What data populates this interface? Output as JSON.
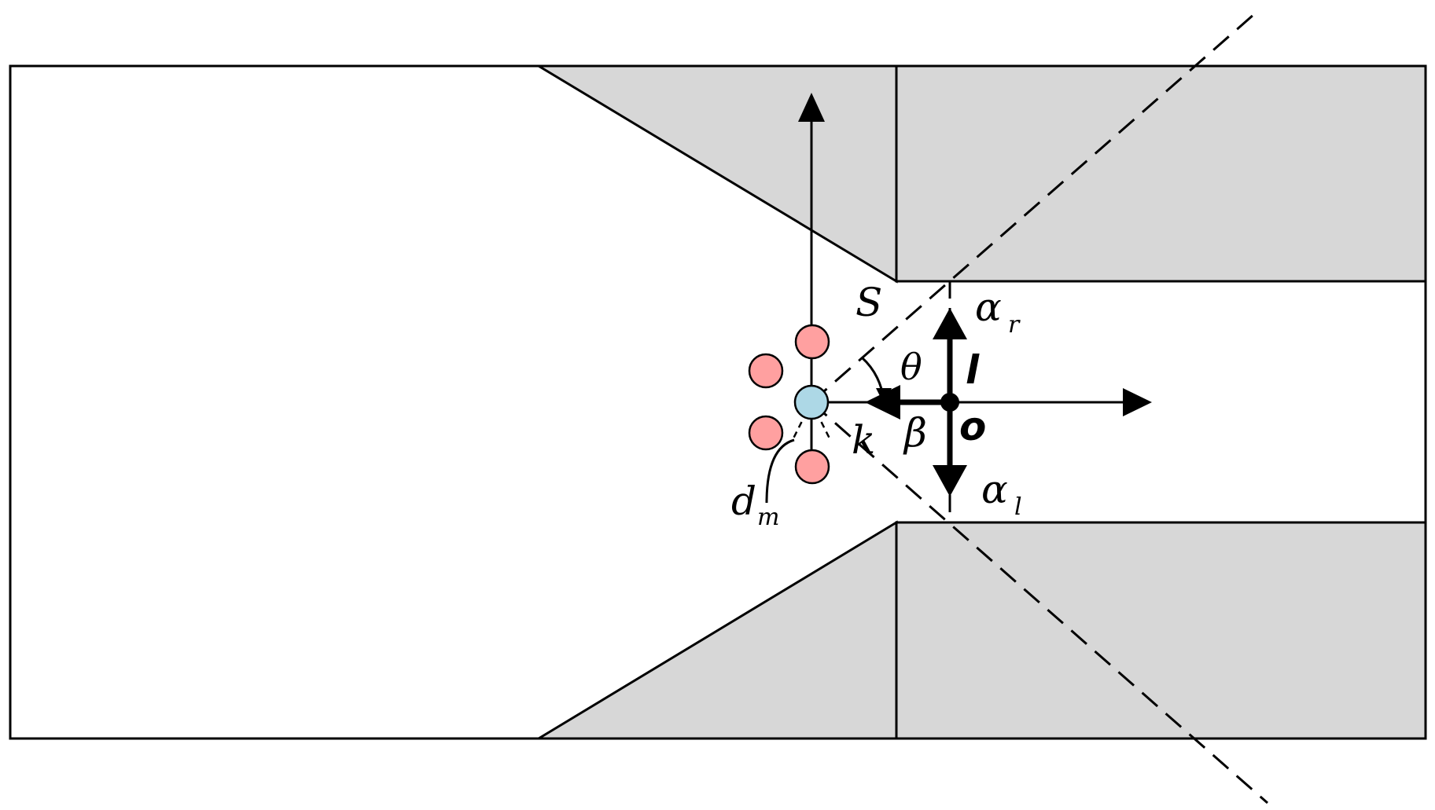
{
  "colors": {
    "wall_fill": "#d7d7d7",
    "outline": "#000000",
    "agent_fill": "#ffa0a0",
    "focus_agent_fill": "#add8e6",
    "background": "#ffffff"
  },
  "icons": {
    "focus_agent": "light-blue-circle",
    "neighbor_agents": "pink-circles",
    "origin_point": "black-dot"
  },
  "labels": {
    "S": "S",
    "theta": "θ",
    "l": "l",
    "alpha_r_main": "α",
    "alpha_r_sub": "r",
    "alpha_l_main": "α",
    "alpha_l_sub": "l",
    "k": "k",
    "beta": "β",
    "o": "o",
    "d_main": "d",
    "d_sub": "m"
  }
}
